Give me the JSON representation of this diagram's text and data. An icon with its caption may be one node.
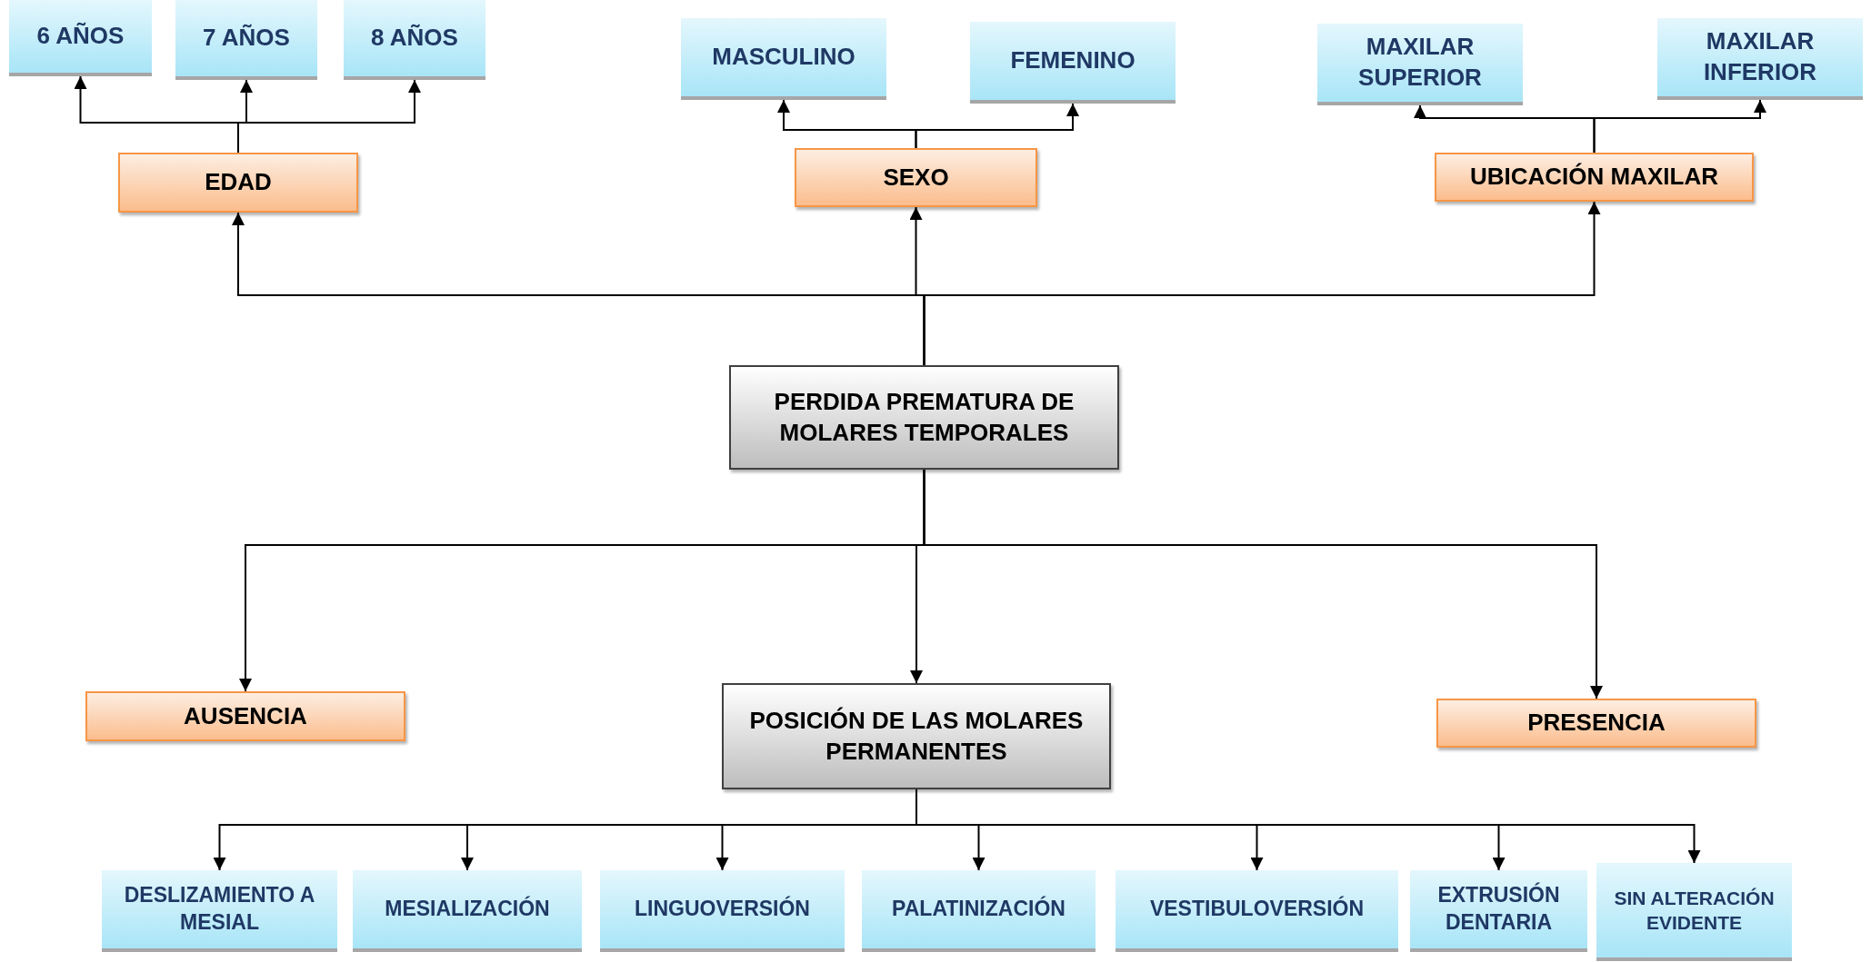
{
  "diagram": {
    "nodes": [
      {
        "text": [
          "6 AÑOS"
        ]
      },
      {
        "text": [
          "7 AÑOS"
        ]
      },
      {
        "text": [
          "8 AÑOS"
        ]
      },
      {
        "text": [
          "EDAD"
        ]
      },
      {
        "text": [
          "MASCULINO"
        ]
      },
      {
        "text": [
          "FEMENINO"
        ]
      },
      {
        "text": [
          "SEXO"
        ]
      },
      {
        "text": [
          "MAXILAR SUPERIOR"
        ]
      },
      {
        "text": [
          "MAXILAR INFERIOR"
        ]
      },
      {
        "text": [
          "UBICACIÓN MAXILAR"
        ]
      },
      {
        "text": [
          "PERDIDA PREMATURA DE MOLARES TEMPORALES"
        ]
      },
      {
        "text": [
          "AUSENCIA"
        ]
      },
      {
        "text": [
          "POSICIÓN DE LAS MOLARES PERMANENTES"
        ]
      },
      {
        "text": [
          "PRESENCIA"
        ]
      },
      {
        "text": [
          "DESLIZAMIENTO A MESIAL"
        ]
      },
      {
        "text": [
          "MESIALIZACIÓN"
        ]
      },
      {
        "text": [
          "LINGUOVERSIÓN"
        ]
      },
      {
        "text": [
          "PALATINIZACIÓN"
        ]
      },
      {
        "text": [
          "VESTIBULOVERSIÓN"
        ]
      },
      {
        "text": [
          "EXTRUSIÓN DENTARIA"
        ]
      },
      {
        "text": [
          "SIN ALTERACIÓN EVIDENTE"
        ]
      }
    ],
    "edges": [
      {
        "from": 3,
        "to": 0,
        "arrow": "to"
      },
      {
        "from": 3,
        "to": 1,
        "arrow": "to"
      },
      {
        "from": 3,
        "to": 2,
        "arrow": "to"
      },
      {
        "from": 6,
        "to": 4,
        "arrow": "to"
      },
      {
        "from": 6,
        "to": 5,
        "arrow": "to"
      },
      {
        "from": 9,
        "to": 7,
        "arrow": "to"
      },
      {
        "from": 9,
        "to": 8,
        "arrow": "to"
      },
      {
        "from": 10,
        "to": 3,
        "arrow": "to"
      },
      {
        "from": 10,
        "to": 6,
        "arrow": "to"
      },
      {
        "from": 10,
        "to": 9,
        "arrow": "to"
      },
      {
        "from": 10,
        "to": 11,
        "arrow": "to"
      },
      {
        "from": 10,
        "to": 12,
        "arrow": "to"
      },
      {
        "from": 10,
        "to": 13,
        "arrow": "to"
      },
      {
        "from": 12,
        "to": 14,
        "arrow": "to"
      },
      {
        "from": 12,
        "to": 15,
        "arrow": "to"
      },
      {
        "from": 12,
        "to": 16,
        "arrow": "to"
      },
      {
        "from": 12,
        "to": 17,
        "arrow": "to"
      },
      {
        "from": 12,
        "to": 18,
        "arrow": "to"
      },
      {
        "from": 12,
        "to": 19,
        "arrow": "to"
      },
      {
        "from": 12,
        "to": 20,
        "arrow": "to"
      }
    ]
  }
}
